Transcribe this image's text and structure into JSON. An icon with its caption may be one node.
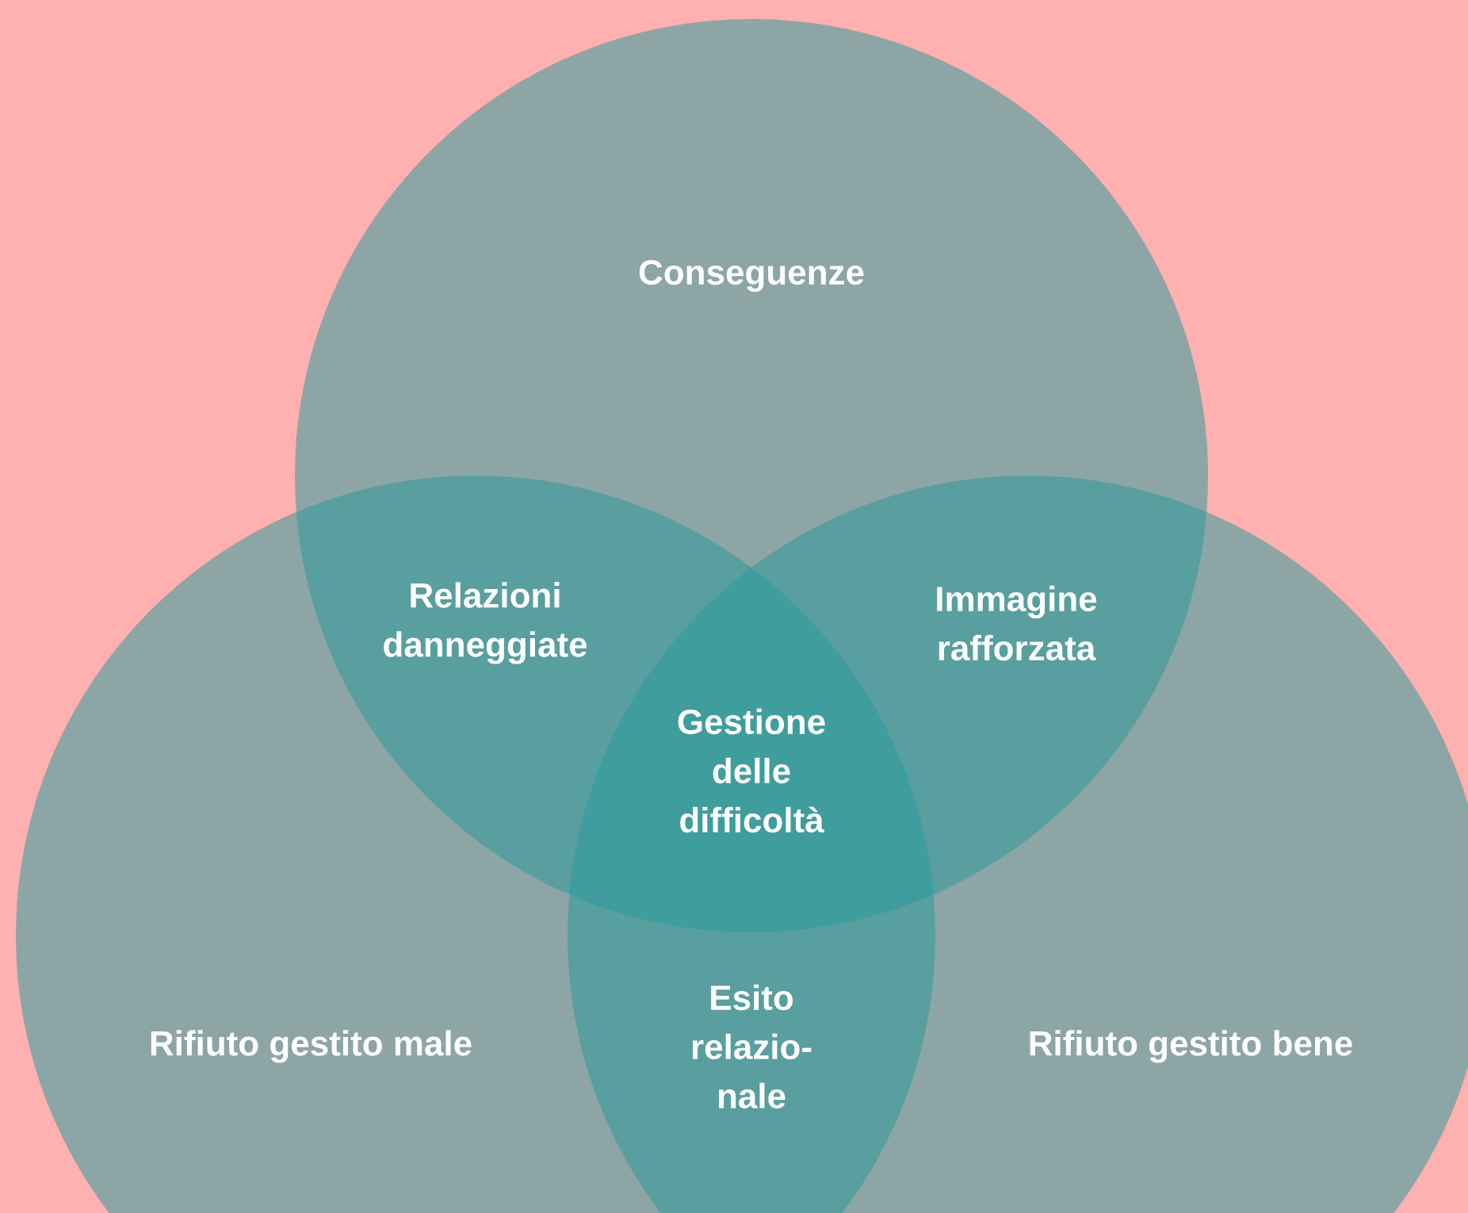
{
  "diagram": {
    "nodes": [
      {
        "text": [
          "Conseguenze"
        ]
      },
      {
        "text": [
          "Rifiuto gestito male"
        ]
      },
      {
        "text": [
          "Rifiuto gestito bene"
        ]
      }
    ],
    "labels": [
      "Relazioni danneggiate",
      "Immagine rafforzata",
      "Gestione delle difficoltà",
      "Esito relazio- nale"
    ]
  }
}
